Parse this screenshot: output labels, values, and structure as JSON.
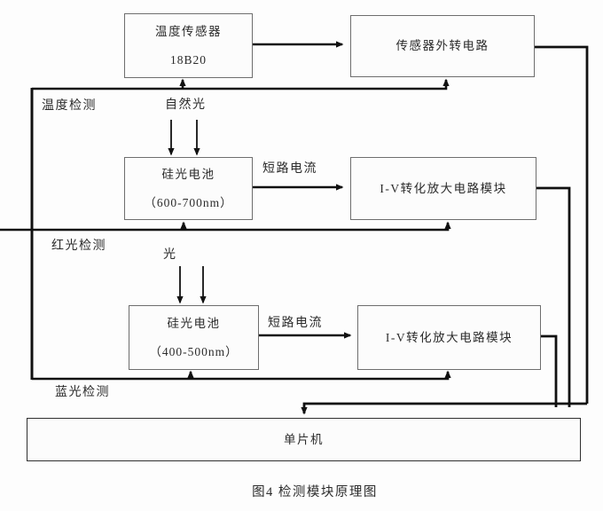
{
  "figure": {
    "caption": "图4  检测模块原理图"
  },
  "nodes": {
    "temp_sensor": {
      "line1": "温度传感器",
      "line2": "18B20"
    },
    "sensor_circuit": {
      "label": "传感器外转电路"
    },
    "photocell_red": {
      "line1": "硅光电池",
      "line2": "（600-700nm）"
    },
    "iv_module_red": {
      "label": "I-V转化放大电路模块"
    },
    "photocell_blue": {
      "line1": "硅光电池",
      "line2": "（400-500nm）"
    },
    "iv_module_blue": {
      "label": "I-V转化放大电路模块"
    },
    "mcu": {
      "label": "单片机"
    }
  },
  "labels": {
    "section_temp": "温度检测",
    "section_red": "红光检测",
    "section_blue": "蓝光检测",
    "natural_light": "自然光",
    "light": "光",
    "short_circuit_current_red": "短路电流",
    "short_circuit_current_blue": "短路电流"
  },
  "colors": {
    "connector_line": "#111111",
    "box_border": "#6e6e6e",
    "text": "#2b2b2b",
    "background": "#fdfdfd"
  }
}
